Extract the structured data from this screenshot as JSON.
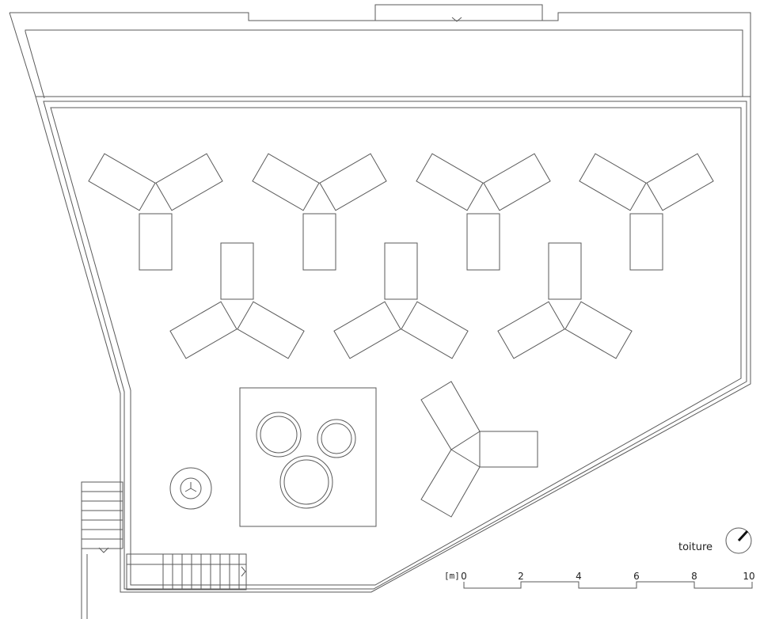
{
  "drawing": {
    "label": "toiture",
    "scale_unit": "[m]",
    "scale_ticks": [
      "0",
      "2",
      "4",
      "6",
      "8",
      "10"
    ]
  },
  "icons": {
    "north_arrow": "compass-icon",
    "vents": "roof-vent-icon",
    "fan": "fan-icon"
  },
  "colors": {
    "line": "#5a5a5a",
    "text": "#222222",
    "background": "#ffffff"
  }
}
